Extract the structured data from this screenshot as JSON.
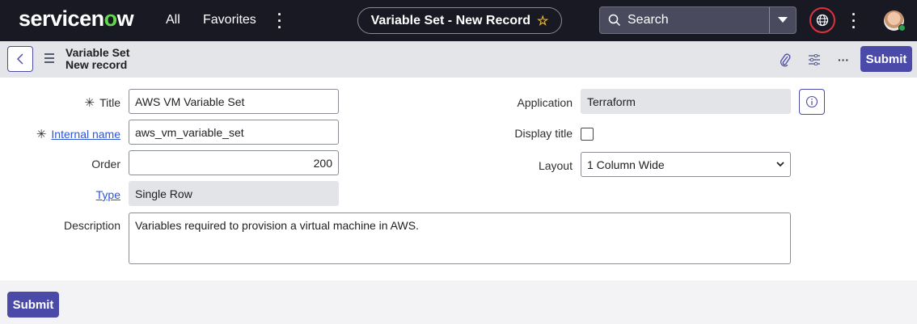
{
  "topbar": {
    "logo_prefix": "servicen",
    "logo_o": "o",
    "logo_suffix": "w",
    "nav_all": "All",
    "nav_favorites": "Favorites",
    "context_title": "Variable Set - New Record",
    "search_placeholder": "Search"
  },
  "subheader": {
    "table_name": "Variable Set",
    "record_state": "New record",
    "submit_label": "Submit"
  },
  "form": {
    "title": {
      "label": "Title",
      "value": "AWS VM Variable Set",
      "required": true
    },
    "internal_name": {
      "label": "Internal name",
      "value": "aws_vm_variable_set",
      "required": true
    },
    "order": {
      "label": "Order",
      "value": "200"
    },
    "type": {
      "label": "Type",
      "value": "Single Row"
    },
    "application": {
      "label": "Application",
      "value": "Terraform"
    },
    "display_title": {
      "label": "Display title",
      "checked": false
    },
    "layout": {
      "label": "Layout",
      "value": "1 Column Wide"
    },
    "description": {
      "label": "Description",
      "value": "Variables required to provision a virtual machine in AWS."
    }
  },
  "footer": {
    "submit_label": "Submit"
  },
  "colors": {
    "accent": "#4b4aa8",
    "topbar": "#181923",
    "link": "#2d55d4"
  }
}
